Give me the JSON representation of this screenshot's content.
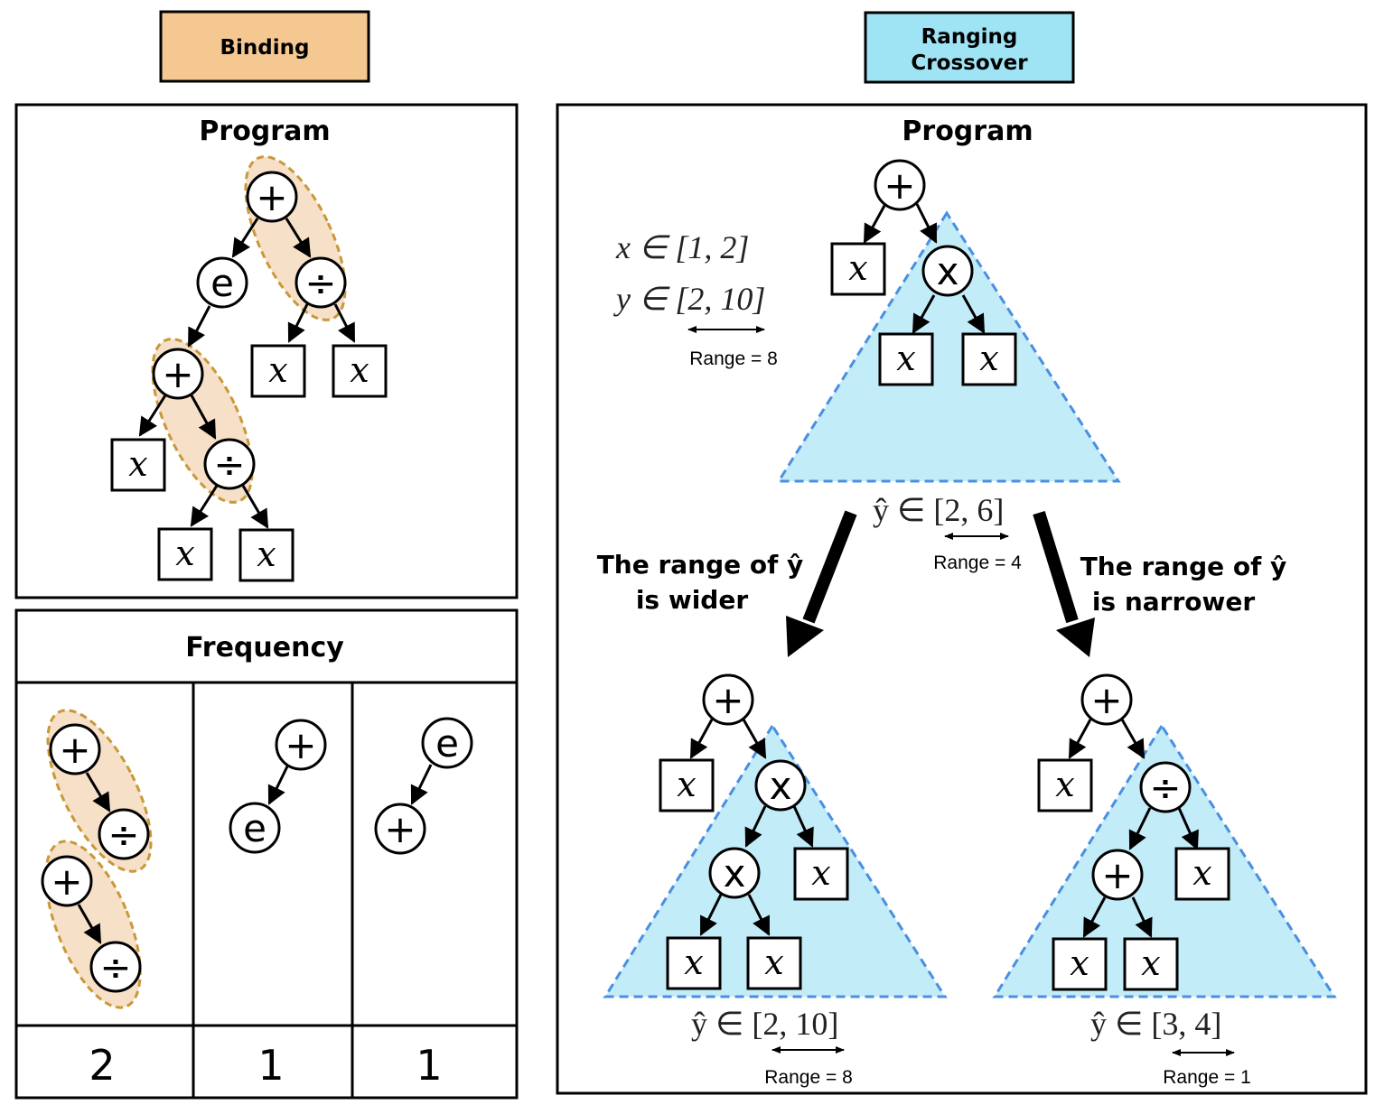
{
  "headers": {
    "binding": "Binding",
    "ranging_line1": "Ranging",
    "ranging_line2": "Crossover"
  },
  "left_panel": {
    "program_title": "Program",
    "frequency_title": "Frequency",
    "frequency_values": [
      "2",
      "1",
      "1"
    ]
  },
  "right_panel": {
    "program_title": "Program",
    "domain_x": "x ∈ [1, 2]",
    "domain_y": "y ∈ [2, 10]",
    "domain_range": "Range = 8",
    "parent_output": "ŷ ∈ [2, 6]",
    "parent_range": "Range = 4",
    "wider_line1": "The range of ŷ",
    "wider_line2": "is wider",
    "narrower_line1": "The range of ŷ",
    "narrower_line2": "is narrower",
    "child_wide_output": "ŷ ∈ [2, 10]",
    "child_wide_range": "Range = 8",
    "child_narrow_output": "ŷ ∈ [3, 4]",
    "child_narrow_range": "Range = 1"
  },
  "node_symbols": {
    "plus": "+",
    "divide": "÷",
    "exp": "e",
    "times": "x",
    "var": "x"
  },
  "colors": {
    "binding_fill": "#f5c892",
    "ranging_fill": "#9fe4f5",
    "ellipse_fill": "#f7e0c8",
    "ellipse_stroke": "#c8993a",
    "triangle_fill": "#c3ecf9",
    "triangle_stroke": "#4a8fe0"
  }
}
